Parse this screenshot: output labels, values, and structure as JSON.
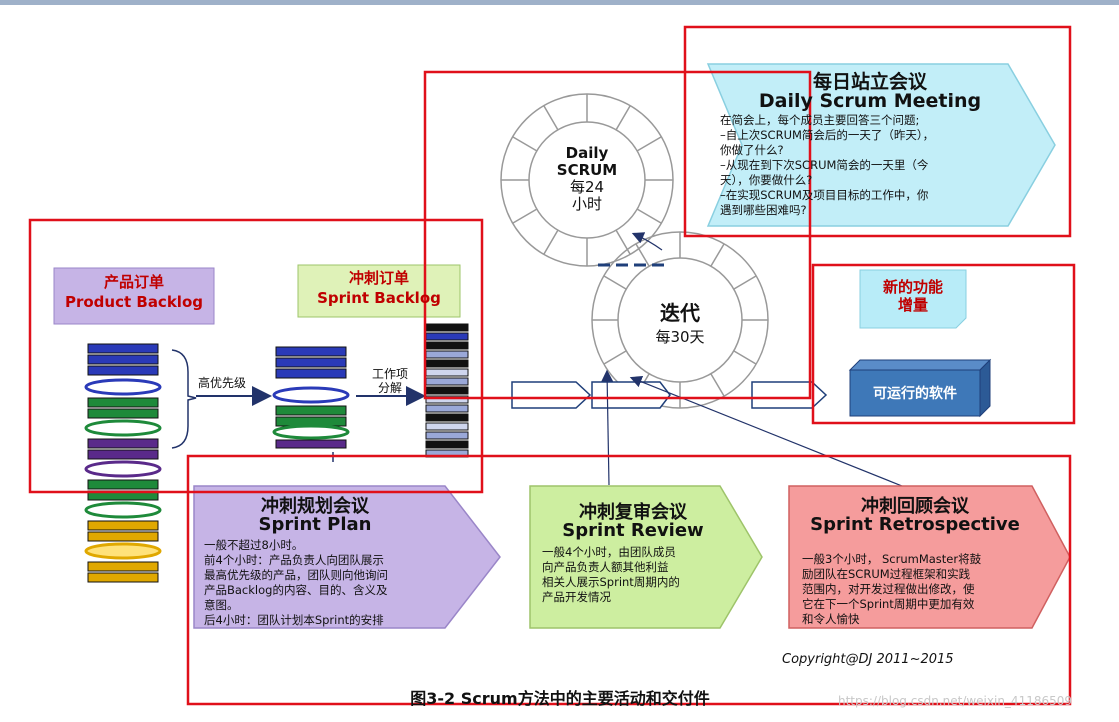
{
  "colors": {
    "red_box": "#e0101a",
    "purple": "#c6b4e6",
    "green": "#cdeea0",
    "salmon": "#f59c9c",
    "cyan": "#c2eef8",
    "navy": "#1f2a9c",
    "blue_box": "#3e78b8"
  },
  "daily_scrum": {
    "title_cn": "每日站立会议",
    "title_en": "Daily Scrum Meeting",
    "body": [
      "在简会上，每个成员主要回答三个问题;",
      "–自上次SCRUM简会后的一天了（昨天），",
      "你做了什么?",
      "–从现在到下次SCRUM简会的一天里（今",
      "天），你要做什么?",
      "–在实现SCRUM及项目目标的工作中，你",
      "遇到哪些困难吗?"
    ]
  },
  "daily_circle": {
    "line1": "Daily",
    "line2": "SCRUM",
    "line3": "每24",
    "line4": "小时"
  },
  "sprint_circle": {
    "line1": "迭代",
    "line2": "每30天"
  },
  "product_backlog": {
    "cn": "产品订单",
    "en": "Product Backlog"
  },
  "sprint_backlog": {
    "cn": "冲刺订单",
    "en": "Sprint Backlog"
  },
  "arrow_priority": "高优先级",
  "arrow_decompose": {
    "line1": "工作项",
    "line2": "分解"
  },
  "increment": {
    "line1": "新的功能",
    "line2": "增量"
  },
  "software": "可运行的软件",
  "sprint_plan": {
    "title_cn": "冲刺规划会议",
    "title_en": "Sprint Plan",
    "body": [
      "一般不超过8小时。",
      "前4个小时：产品负责人向团队展示",
      "最高优先级的产品，团队则向他询问",
      "产品Backlog的内容、目的、含义及",
      "意图。",
      "后4小时：团队计划本Sprint的安排"
    ]
  },
  "sprint_review": {
    "title_cn": "冲刺复审会议",
    "title_en": "Sprint Review",
    "body": [
      "一般4个小时，由团队成员",
      "向产品负责人额其他利益",
      "相关人展示Sprint周期内的",
      "产品开发情况"
    ]
  },
  "sprint_retro": {
    "title_cn": "冲刺回顾会议",
    "title_en": "Sprint Retrospective",
    "body": [
      "一般3个小时，  ScrumMaster将鼓",
      "励团队在SCRUM过程框架和实践",
      "范围内，对开发过程做出修改，使",
      "它在下一个Sprint周期中更加有效",
      "和令人愉快"
    ]
  },
  "copyright": "Copyright@DJ  2011~2015",
  "caption": "图3-2 Scrum方法中的主要活动和交付件",
  "watermark": "https://blog.csdn.net/weixin_41186509"
}
